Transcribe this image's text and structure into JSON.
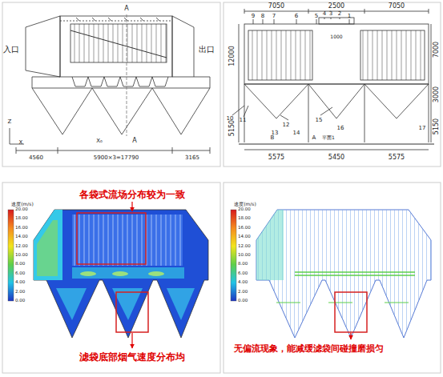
{
  "diagram": {
    "nodes": [
      {
        "text": [
          "无偏流现象，能减缓滤袋间碰撞磨损匀"
        ]
      }
    ],
    "labels": [
      "入口",
      "出口",
      "A",
      "A",
      "Z",
      "X",
      "X₀",
      "4560",
      "5900×3=17790",
      "3165",
      "7050",
      "2500",
      "7050",
      "9",
      "8",
      "7",
      "6",
      "5",
      "4",
      "3",
      "2",
      "1",
      "12000",
      "5150",
      "7000",
      "3000",
      "5150",
      "1000",
      "10",
      "11",
      "12",
      "13",
      "14",
      "15",
      "16",
      "17",
      "B",
      "A",
      "平面1",
      "5575",
      "5450",
      "5575",
      "速度(m/s)",
      "20.00",
      "18.00",
      "16.00",
      "14.00",
      "12.00",
      "10.00",
      "8.00",
      "6.00",
      "4.00",
      "2.00",
      "0.00",
      "各袋式流场分布较为一致",
      "滤袋底部烟气速度分布均",
      "速度(m/s)",
      "20.00",
      "18.00",
      "16.00",
      "14.00",
      "12.00",
      "10.00",
      "8.00",
      "6.00",
      "4.00",
      "2.00",
      "0.00"
    ]
  }
}
